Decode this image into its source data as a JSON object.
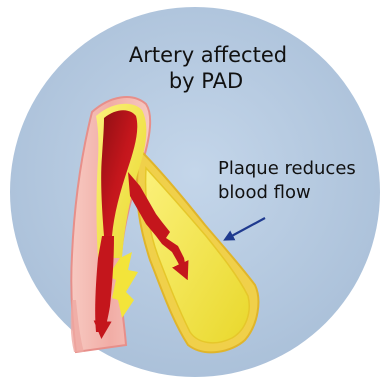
{
  "title": {
    "line1": "Artery affected",
    "line2": "by PAD"
  },
  "annotation": {
    "line1": "Plaque reduces",
    "line2": "blood flow"
  },
  "colors": {
    "background_circle": "#b9cde3",
    "artery_wall": "#f3b8b0",
    "artery_wall_edge": "#e78f8a",
    "plaque": "#f3e43a",
    "plaque_light": "#fbf17a",
    "blood": "#c4161c",
    "blood_dark": "#8e0f14",
    "arrow_indicator": "#1f3a8f"
  }
}
